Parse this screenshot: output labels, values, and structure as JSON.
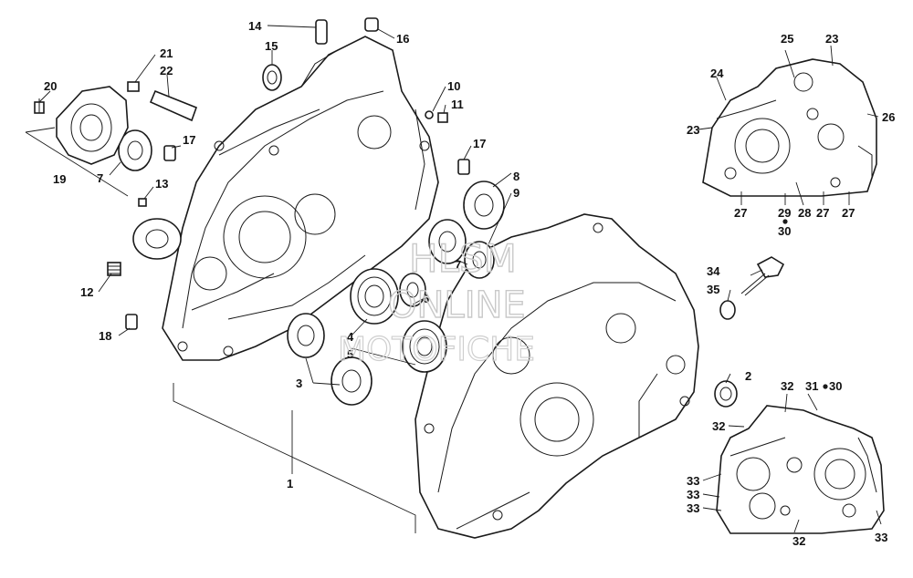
{
  "diagram": {
    "callouts": [
      {
        "id": "c1",
        "label": "1"
      },
      {
        "id": "c2",
        "label": "2"
      },
      {
        "id": "c3",
        "label": "3"
      },
      {
        "id": "c4",
        "label": "4"
      },
      {
        "id": "c5",
        "label": "5"
      },
      {
        "id": "c6",
        "label": "6"
      },
      {
        "id": "c7a",
        "label": "7"
      },
      {
        "id": "c7b",
        "label": "7"
      },
      {
        "id": "c8",
        "label": "8"
      },
      {
        "id": "c9",
        "label": "9"
      },
      {
        "id": "c10",
        "label": "10"
      },
      {
        "id": "c11",
        "label": "11"
      },
      {
        "id": "c12",
        "label": "12"
      },
      {
        "id": "c13",
        "label": "13"
      },
      {
        "id": "c14",
        "label": "14"
      },
      {
        "id": "c15",
        "label": "15"
      },
      {
        "id": "c16",
        "label": "16"
      },
      {
        "id": "c17a",
        "label": "17"
      },
      {
        "id": "c17b",
        "label": "17"
      },
      {
        "id": "c18",
        "label": "18"
      },
      {
        "id": "c19",
        "label": "19"
      },
      {
        "id": "c20",
        "label": "20"
      },
      {
        "id": "c21",
        "label": "21"
      },
      {
        "id": "c22",
        "label": "22"
      },
      {
        "id": "c23a",
        "label": "23"
      },
      {
        "id": "c23b",
        "label": "23"
      },
      {
        "id": "c24",
        "label": "24"
      },
      {
        "id": "c25",
        "label": "25"
      },
      {
        "id": "c26",
        "label": "26"
      },
      {
        "id": "c27a",
        "label": "27"
      },
      {
        "id": "c27b",
        "label": "27"
      },
      {
        "id": "c27c",
        "label": "27"
      },
      {
        "id": "c28",
        "label": "28"
      },
      {
        "id": "c29",
        "label": "29"
      },
      {
        "id": "c30a",
        "label": "30"
      },
      {
        "id": "c31",
        "label": "31"
      },
      {
        "id": "c30b",
        "label": "30"
      },
      {
        "id": "c32a",
        "label": "32"
      },
      {
        "id": "c32b",
        "label": "32"
      },
      {
        "id": "c32c",
        "label": "32"
      },
      {
        "id": "c33a",
        "label": "33"
      },
      {
        "id": "c33b",
        "label": "33"
      },
      {
        "id": "c33c",
        "label": "33"
      },
      {
        "id": "c33d",
        "label": "33"
      },
      {
        "id": "c34",
        "label": "34"
      },
      {
        "id": "c35",
        "label": "35"
      }
    ],
    "watermark": {
      "line1": "HLSM",
      "line2": "ONLINE",
      "line3": "MOTOFICHE"
    },
    "colors": {
      "ink": "#1a1a1a",
      "background": "#ffffff",
      "watermark": "#c9c9c9"
    }
  }
}
